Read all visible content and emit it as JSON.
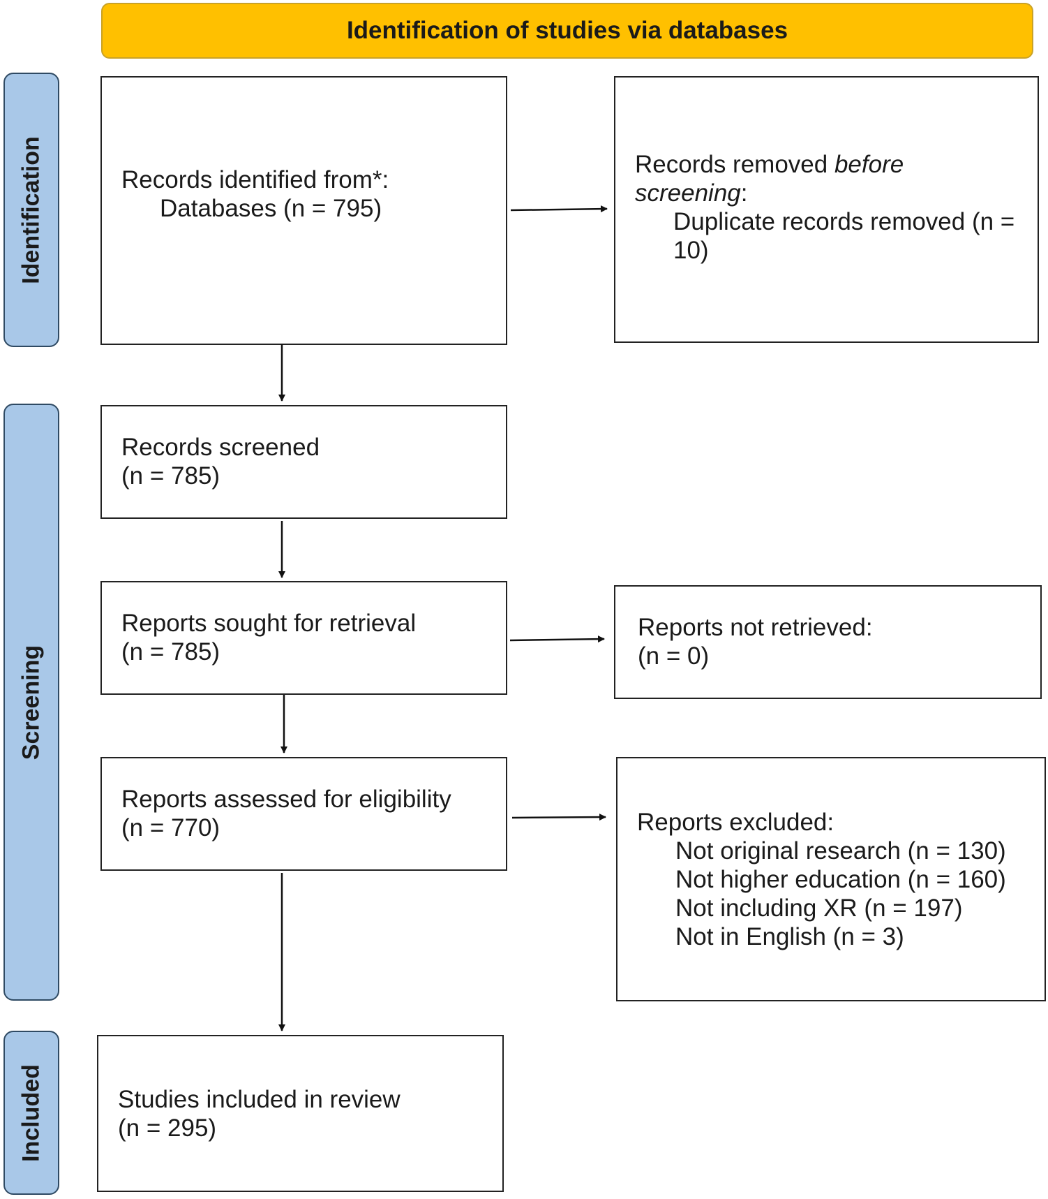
{
  "header": {
    "title": "Identification of studies via databases"
  },
  "phases": {
    "identification": "Identification",
    "screening": "Screening",
    "included": "Included"
  },
  "boxes": {
    "records_identified": {
      "line1": "Records identified from*:",
      "line2": "Databases (n = 795)"
    },
    "records_removed": {
      "line1_pre": "Records removed ",
      "line1_em": "before",
      "line2_em": "screening",
      "line2_post": ":",
      "line3": "Duplicate records removed (n =",
      "line4": "10)"
    },
    "records_screened": {
      "line1": "Records screened",
      "line2": "(n = 785)"
    },
    "reports_sought": {
      "line1": "Reports sought for retrieval",
      "line2": "(n = 785)"
    },
    "reports_not_retrieved": {
      "line1": "Reports not retrieved:",
      "line2": "(n = 0)"
    },
    "reports_assessed": {
      "line1": "Reports assessed for eligibility",
      "line2": "(n = 770)"
    },
    "reports_excluded": {
      "title": "Reports excluded:",
      "items": [
        "Not original research (n = 130)",
        "Not higher education (n = 160)",
        "Not including XR (n = 197)",
        "Not in English (n = 3)"
      ]
    },
    "studies_included": {
      "line1": "Studies included in review",
      "line2": "(n = 295)"
    }
  }
}
